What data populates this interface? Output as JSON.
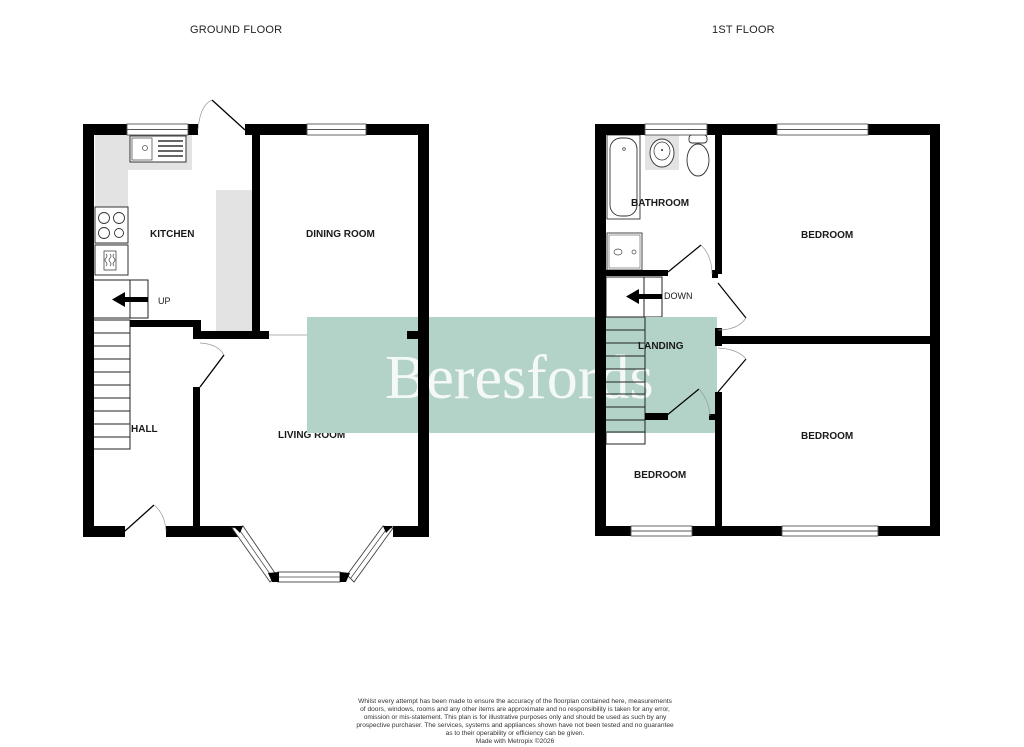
{
  "floors": {
    "ground": {
      "title": "GROUND FLOOR",
      "rooms": {
        "kitchen": "KITCHEN",
        "dining_room": "DINING ROOM",
        "living_room": "LIVING ROOM",
        "hall": "HALL"
      },
      "stairs_label": "UP"
    },
    "first": {
      "title": "1ST FLOOR",
      "rooms": {
        "bathroom": "BATHROOM",
        "bedroom_rear": "BEDROOM",
        "bedroom_front_large": "BEDROOM",
        "bedroom_front_small": "BEDROOM",
        "landing": "LANDING"
      },
      "stairs_label": "DOWN"
    }
  },
  "watermark": {
    "text": "Beresfords",
    "color": "#b3d3c8"
  },
  "colors": {
    "wall": "#000000",
    "fixture_fill": "#e3e3e3",
    "background": "#ffffff"
  },
  "disclaimer": {
    "lines": [
      "Whilst every attempt has been made to ensure the accuracy of the floorplan contained here, measurements",
      "of doors, windows, rooms and any other items are approximate and no responsibility is taken for any error,",
      "omission or mis-statement. This plan is for illustrative purposes only and should be used as such by any",
      "prospective purchaser. The services, systems and appliances shown have not been tested and no guarantee",
      "as to their operability or efficiency can be given.",
      "Made with Metropix ©2026"
    ]
  }
}
